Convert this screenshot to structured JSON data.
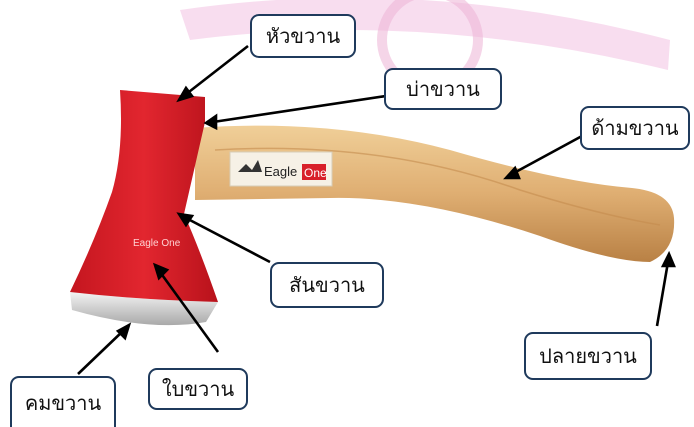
{
  "labels": {
    "head": "หัวขวาน",
    "shoulder": "บ่าขวาน",
    "handle": "ด้ามขวาน",
    "spine": "สันขวาน",
    "handle_end": "ปลายขวาน",
    "blade": "ใบขวาน",
    "edge": "คมขวาน"
  },
  "brand": {
    "word1": "Eagle",
    "word2": "One"
  },
  "watermark_colors": [
    "#f4c6e4",
    "#ecb2d6"
  ],
  "colors": {
    "head_red": "#d8202a",
    "steel": "#d9d9d9",
    "wood": "#d9a86c",
    "box_border": "#1f3a5c",
    "arrow": "#000000"
  }
}
